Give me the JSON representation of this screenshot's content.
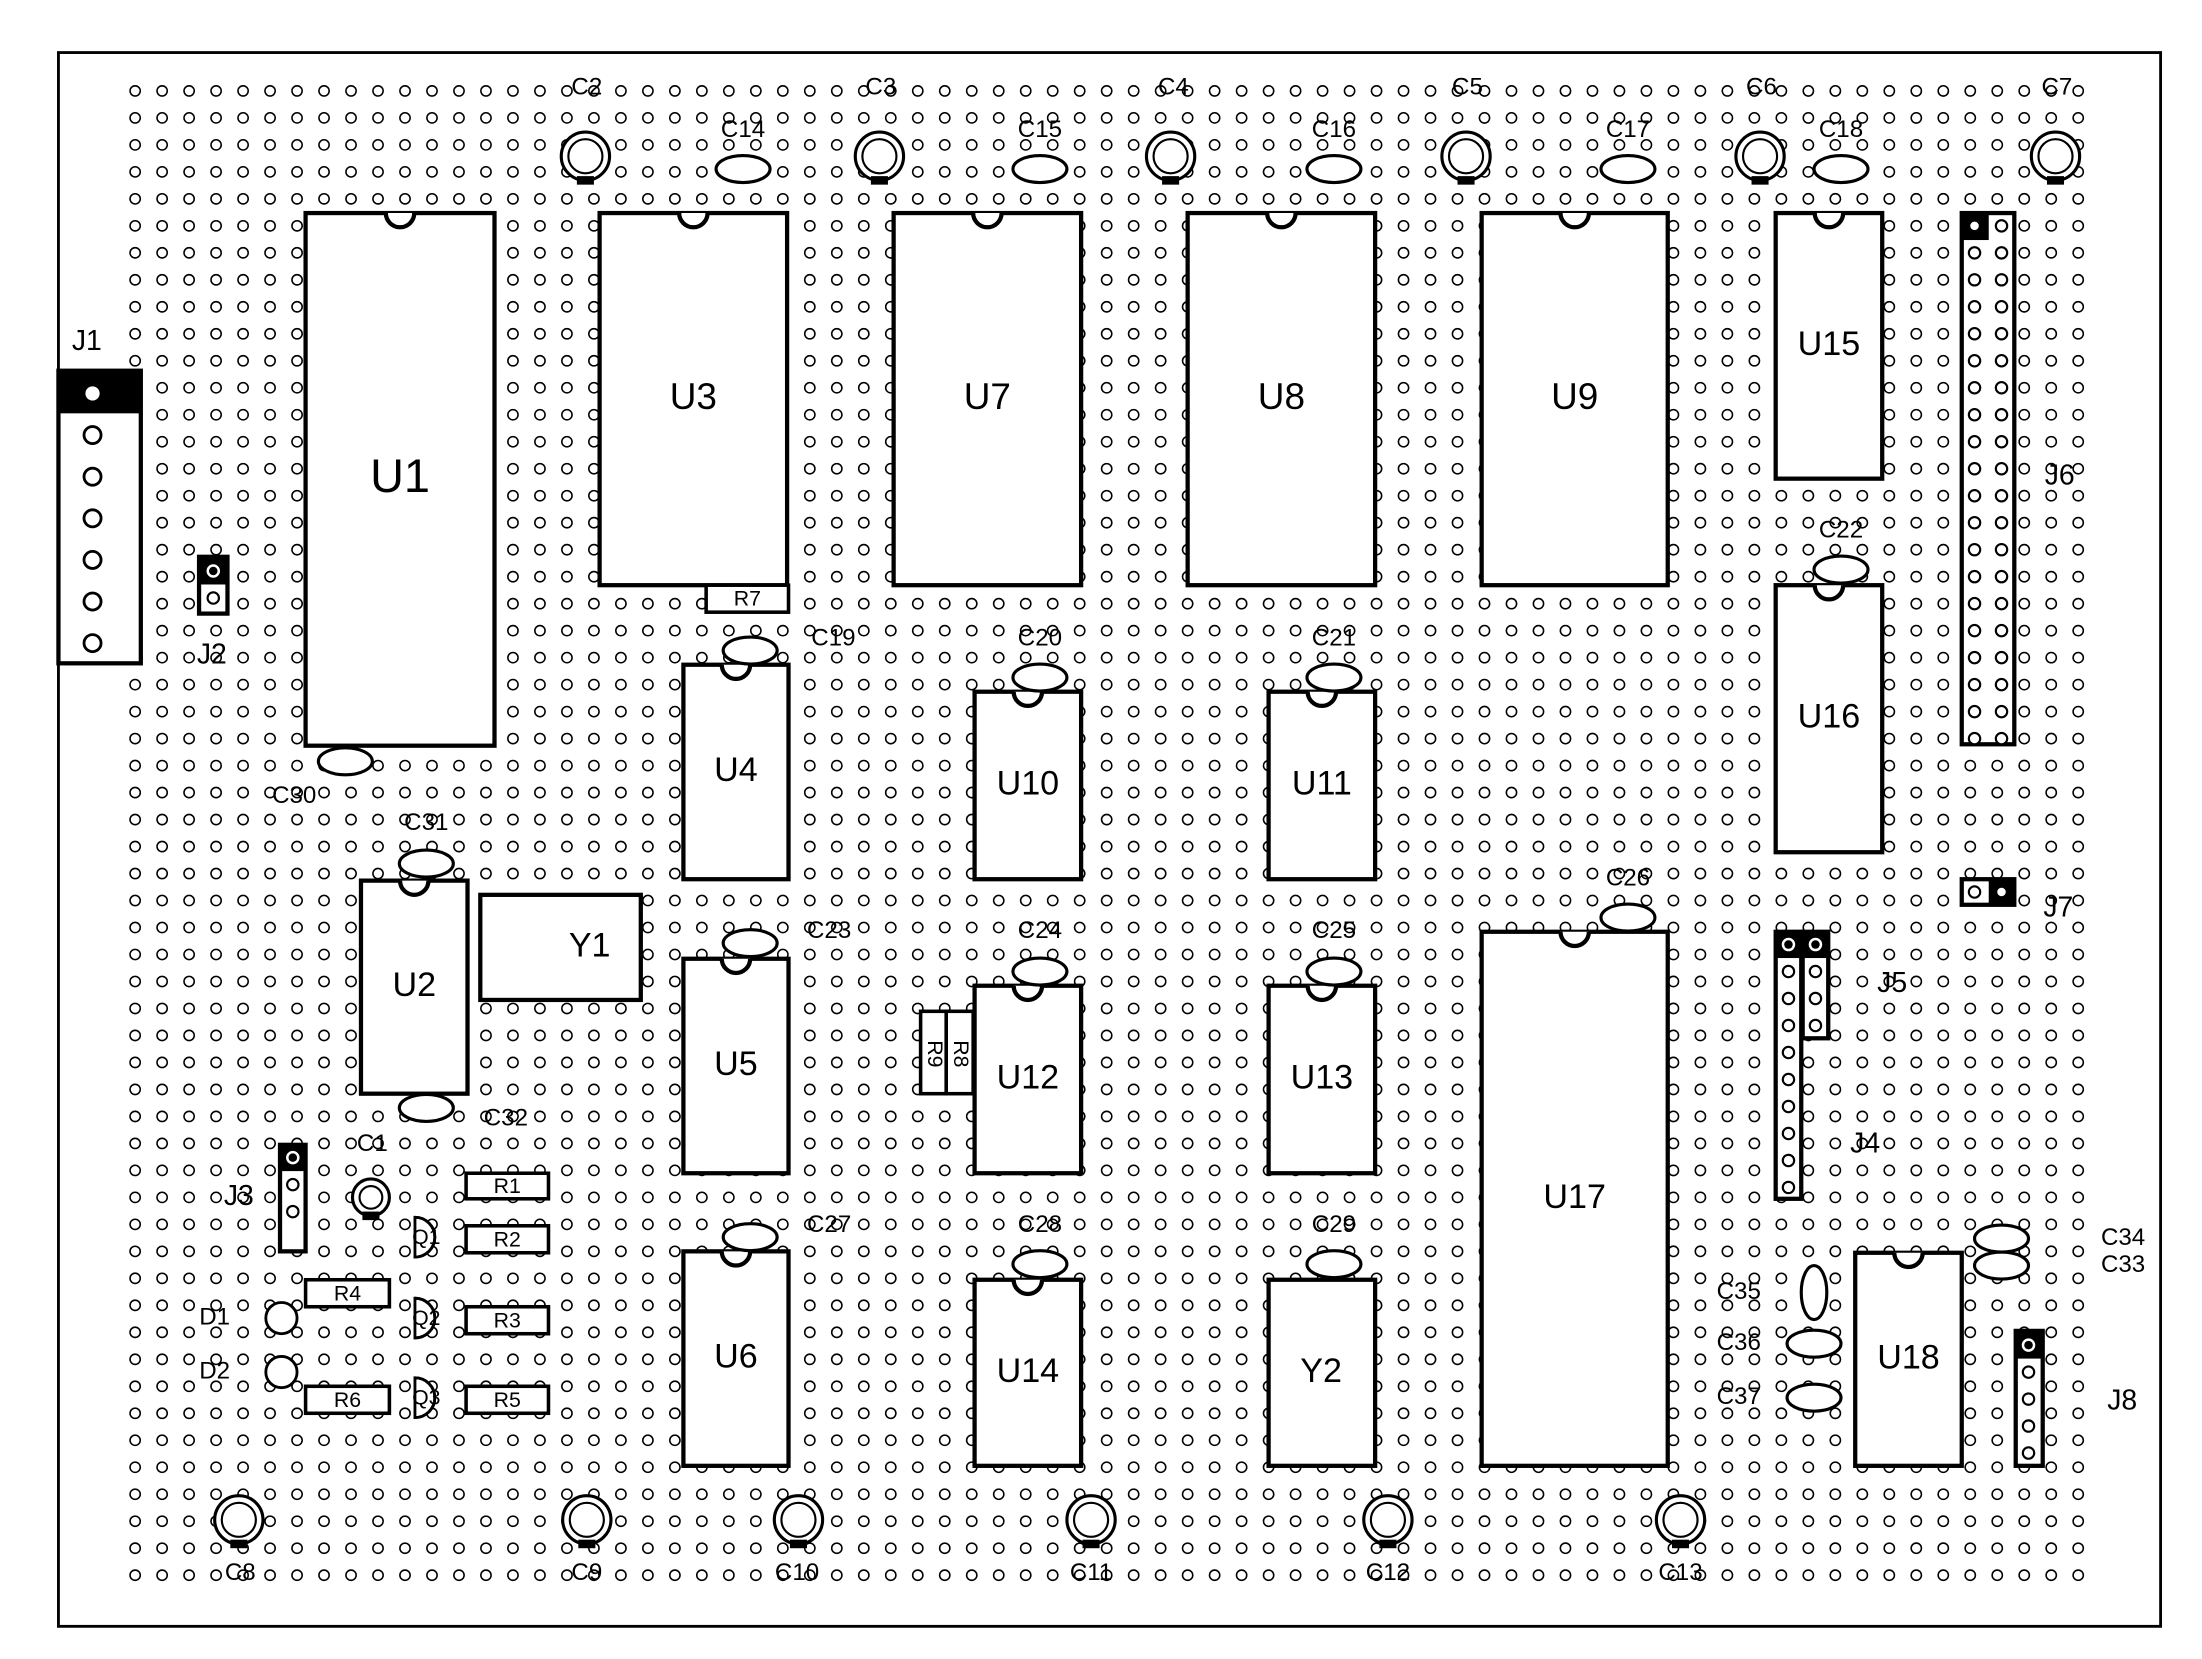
{
  "colors": {
    "ink": "#000000",
    "paper": "#ffffff"
  },
  "ics": [
    {
      "ref": "U1",
      "label": "U1"
    },
    {
      "ref": "U3",
      "label": "U3"
    },
    {
      "ref": "U7",
      "label": "U7"
    },
    {
      "ref": "U8",
      "label": "U8"
    },
    {
      "ref": "U9",
      "label": "U9"
    },
    {
      "ref": "U15",
      "label": "U15"
    },
    {
      "ref": "U16",
      "label": "U16"
    },
    {
      "ref": "U2",
      "label": "U2"
    },
    {
      "ref": "U4",
      "label": "U4"
    },
    {
      "ref": "U5",
      "label": "U5"
    },
    {
      "ref": "U6",
      "label": "U6"
    },
    {
      "ref": "U10",
      "label": "U10"
    },
    {
      "ref": "U11",
      "label": "U11"
    },
    {
      "ref": "U12",
      "label": "U12"
    },
    {
      "ref": "U13",
      "label": "U13"
    },
    {
      "ref": "U14",
      "label": "U14"
    },
    {
      "ref": "U17",
      "label": "U17"
    },
    {
      "ref": "U18",
      "label": "U18"
    }
  ],
  "crystals": [
    {
      "ref": "Y1",
      "label": "Y1"
    },
    {
      "ref": "Y2",
      "label": "Y2"
    }
  ],
  "electrolytic_caps": [
    {
      "ref": "C1",
      "label": "C1"
    },
    {
      "ref": "C2",
      "label": "C2"
    },
    {
      "ref": "C3",
      "label": "C3"
    },
    {
      "ref": "C4",
      "label": "C4"
    },
    {
      "ref": "C5",
      "label": "C5"
    },
    {
      "ref": "C6",
      "label": "C6"
    },
    {
      "ref": "C7",
      "label": "C7"
    },
    {
      "ref": "C8",
      "label": "C8"
    },
    {
      "ref": "C9",
      "label": "C9"
    },
    {
      "ref": "C10",
      "label": "C10"
    },
    {
      "ref": "C11",
      "label": "C11"
    },
    {
      "ref": "C12",
      "label": "C12"
    },
    {
      "ref": "C13",
      "label": "C13"
    }
  ],
  "ceramic_caps": [
    {
      "ref": "C14",
      "label": "C14"
    },
    {
      "ref": "C15",
      "label": "C15"
    },
    {
      "ref": "C16",
      "label": "C16"
    },
    {
      "ref": "C17",
      "label": "C17"
    },
    {
      "ref": "C18",
      "label": "C18"
    },
    {
      "ref": "C19",
      "label": "C19"
    },
    {
      "ref": "C20",
      "label": "C20"
    },
    {
      "ref": "C21",
      "label": "C21"
    },
    {
      "ref": "C22",
      "label": "C22"
    },
    {
      "ref": "C23",
      "label": "C23"
    },
    {
      "ref": "C24",
      "label": "C24"
    },
    {
      "ref": "C25",
      "label": "C25"
    },
    {
      "ref": "C26",
      "label": "C26"
    },
    {
      "ref": "C27",
      "label": "C27"
    },
    {
      "ref": "C28",
      "label": "C28"
    },
    {
      "ref": "C29",
      "label": "C29"
    },
    {
      "ref": "C30",
      "label": "C30"
    },
    {
      "ref": "C31",
      "label": "C31"
    },
    {
      "ref": "C32",
      "label": "C32"
    },
    {
      "ref": "C33",
      "label": "C33"
    },
    {
      "ref": "C34",
      "label": "C34"
    },
    {
      "ref": "C35",
      "label": "C35"
    },
    {
      "ref": "C36",
      "label": "C36"
    },
    {
      "ref": "C37",
      "label": "C37"
    }
  ],
  "resistors": [
    {
      "ref": "R1",
      "label": "R1"
    },
    {
      "ref": "R2",
      "label": "R2"
    },
    {
      "ref": "R3",
      "label": "R3"
    },
    {
      "ref": "R4",
      "label": "R4"
    },
    {
      "ref": "R5",
      "label": "R5"
    },
    {
      "ref": "R6",
      "label": "R6"
    },
    {
      "ref": "R7",
      "label": "R7"
    },
    {
      "ref": "R8",
      "label": "R8"
    },
    {
      "ref": "R9",
      "label": "R9"
    }
  ],
  "transistors": [
    {
      "ref": "Q1",
      "label": "Q1"
    },
    {
      "ref": "Q2",
      "label": "Q2"
    },
    {
      "ref": "Q3",
      "label": "Q3"
    }
  ],
  "diodes": [
    {
      "ref": "D1",
      "label": "D1"
    },
    {
      "ref": "D2",
      "label": "D2"
    }
  ],
  "connectors": [
    {
      "ref": "J1",
      "label": "J1"
    },
    {
      "ref": "J2",
      "label": "J2"
    },
    {
      "ref": "J3",
      "label": "J3"
    },
    {
      "ref": "J4",
      "label": "J4"
    },
    {
      "ref": "J5",
      "label": "J5"
    },
    {
      "ref": "J6",
      "label": "J6"
    },
    {
      "ref": "J7",
      "label": "J7"
    },
    {
      "ref": "J8",
      "label": "J8"
    }
  ]
}
